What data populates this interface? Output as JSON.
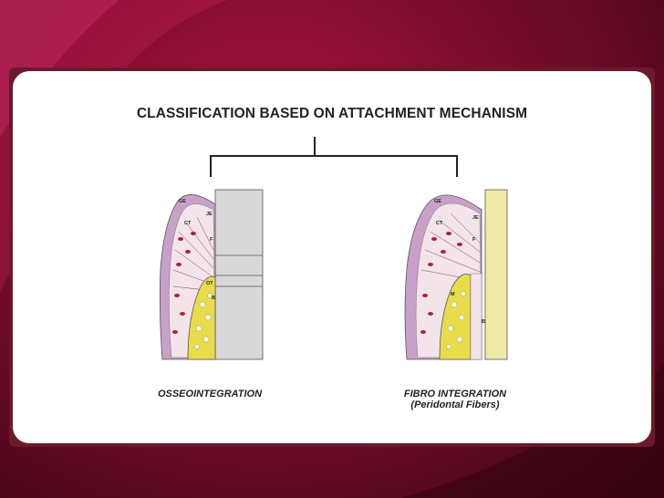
{
  "slide": {
    "title": "CLASSIFICATION BASED ON ATTACHMENT MECHANISM",
    "left": {
      "caption": "OSSEOINTEGRATION",
      "labels": [
        "GE",
        "JE",
        "CT",
        "F",
        "OT",
        "B"
      ]
    },
    "right": {
      "caption": "FIBRO INTEGRATION",
      "caption_sub": "(Peridontal Fibers)",
      "labels": [
        "GE",
        "JE",
        "CT",
        "F",
        "M",
        "B"
      ]
    }
  },
  "colors": {
    "background": "#8a0f33",
    "panel_border": "#6a1a2a",
    "gum": "#c9a0c8",
    "connective": "#f3e4ea",
    "bone": "#e7dc4a",
    "implant": "#d8d8d8",
    "tooth": "#efeaa8",
    "cells": "#b0203a"
  }
}
